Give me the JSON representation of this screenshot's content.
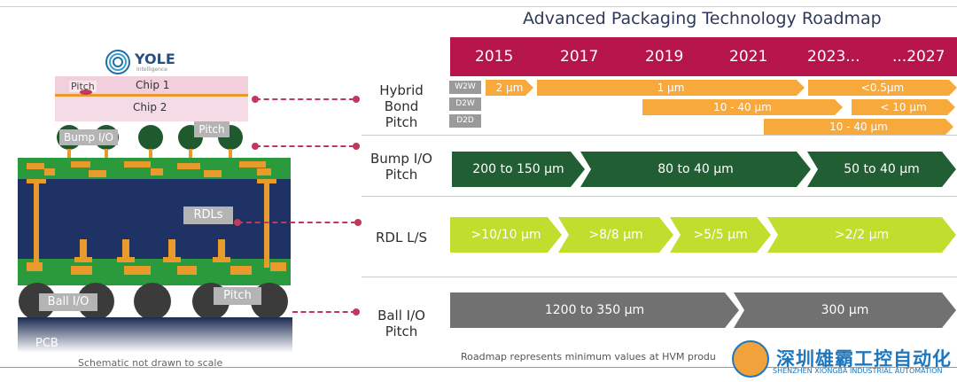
{
  "title": "Advanced Packaging Technology Roadmap",
  "years": [
    "2015",
    "2017",
    "2019",
    "2021",
    "2023...",
    "...2027"
  ],
  "logo": {
    "name": "YOLE",
    "sub": "Intelligence"
  },
  "rows": {
    "hybrid": {
      "label": "Hybrid\nBond\nPitch",
      "tags": [
        "W2W",
        "D2W",
        "D2D"
      ]
    },
    "bump": {
      "label": "Bump I/O\nPitch"
    },
    "rdl": {
      "label": "RDL L/S"
    },
    "ball": {
      "label": "Ball I/O\nPitch"
    }
  },
  "hybrid_bars": [
    "2 µm",
    "1 µm",
    "<0.5µm",
    "10 - 40 µm",
    "< 10 µm",
    "10 - 40 µm"
  ],
  "bump_bars": [
    "200 to 150 µm",
    "80 to 40 µm",
    "50 to 40 µm"
  ],
  "rdl_bars": [
    ">10/10 µm",
    ">8/8 µm",
    ">5/5 µm",
    ">2/2 µm"
  ],
  "ball_bars": [
    "1200 to 350 µm",
    "300 µm"
  ],
  "note": "Roadmap represents minimum values at HVM produ",
  "schematic": {
    "pitch1": "Pitch",
    "chip1": "Chip 1",
    "chip2": "Chip 2",
    "bump_io": "Bump I/O",
    "pitch2": "Pitch",
    "rdls": "RDLs",
    "ball_io": "Ball I/O",
    "pitch3": "Pitch",
    "pcb": "PCB",
    "caption": "Schematic not drawn to scale"
  },
  "watermark": {
    "cn": "深圳雄霸工控自动化",
    "en": "SHENZHEN XIONGBA INDUSTRIAL AUTOMATION"
  },
  "colors": {
    "year_bar": "#b5154b",
    "orange": "#f7a93b",
    "green": "#215e33",
    "lime": "#c1dd2e",
    "grey": "#717171",
    "substrate": "#1f3266"
  }
}
